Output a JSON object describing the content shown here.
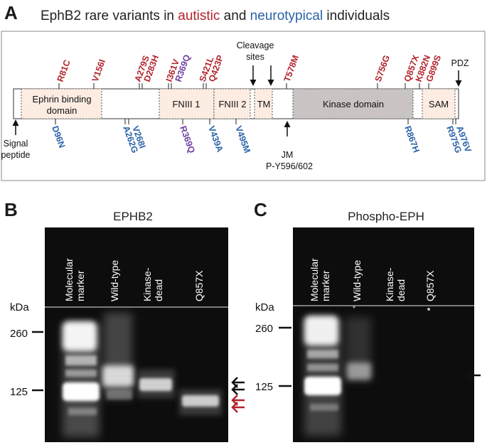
{
  "panel_a": {
    "letter": "A",
    "title_parts": [
      {
        "text": "EphB2 rare variants in ",
        "color": "#222222"
      },
      {
        "text": "autistic",
        "color": "#b3232c"
      },
      {
        "text": " and ",
        "color": "#222222"
      },
      {
        "text": "neurotypical",
        "color": "#2a62a8"
      },
      {
        "text": " individuals",
        "color": "#222222"
      }
    ],
    "domains": {
      "ephrin": "Ephrin binding domain",
      "ephrin_line1": "Ephrin binding",
      "ephrin_line2": "domain",
      "fn1": "FNIII 1",
      "fn2": "FNIII 2",
      "tm": "TM",
      "kinase": "Kinase domain",
      "sam": "SAM"
    },
    "annotations": {
      "signal_line1": "Signal",
      "signal_line2": "peptide",
      "cleavage_line1": "Cleavage",
      "cleavage_line2": "sites",
      "pdz": "PDZ",
      "jm": "JM",
      "py": "P-Y596/602"
    },
    "variants_above": [
      {
        "label": "R81C",
        "color": "#b3232c"
      },
      {
        "label": "V156I",
        "color": "#b3232c"
      },
      {
        "label": "A279S",
        "color": "#b3232c"
      },
      {
        "label": "D283H",
        "color": "#b3232c"
      },
      {
        "label": "I361V",
        "color": "#b3232c"
      },
      {
        "label": "R369Q",
        "color": "#6f3fa0"
      },
      {
        "label": "S421L",
        "color": "#b3232c"
      },
      {
        "label": "Q423P",
        "color": "#b3232c"
      },
      {
        "label": "T578M",
        "color": "#b3232c"
      },
      {
        "label": "S756G",
        "color": "#b3232c"
      },
      {
        "label": "Q857X",
        "color": "#b3232c"
      },
      {
        "label": "K882N",
        "color": "#b3232c"
      },
      {
        "label": "G899S",
        "color": "#b3232c"
      }
    ],
    "variants_below": [
      {
        "label": "D96N",
        "color": "#2a62a8"
      },
      {
        "label": "A262G",
        "color": "#2a62a8"
      },
      {
        "label": "V268I",
        "color": "#2a62a8"
      },
      {
        "label": "R369Q",
        "color": "#6f3fa0"
      },
      {
        "label": "V439A",
        "color": "#2a62a8"
      },
      {
        "label": "V495M",
        "color": "#2a62a8"
      },
      {
        "label": "R867H",
        "color": "#2a62a8"
      },
      {
        "label": "R975G",
        "color": "#2a62a8"
      },
      {
        "label": "A976V",
        "color": "#2a62a8"
      }
    ]
  },
  "panel_b": {
    "letter": "B",
    "title": "EPHB2",
    "lanes": [
      "Molecular marker",
      "Wild-type",
      "Kinase-dead",
      "Q857X"
    ],
    "lane_lines": [
      [
        "Molecular",
        "marker"
      ],
      [
        "Wild-type"
      ],
      [
        "Kinase-",
        "dead"
      ],
      [
        "Q857X"
      ]
    ],
    "kda_label": "kDa",
    "markers": [
      "260",
      "125"
    ]
  },
  "panel_c": {
    "letter": "C",
    "title": "Phospho-EPH",
    "lanes": [
      "Molecular marker",
      "Wild-type",
      "Kinase-dead",
      "Q857X"
    ],
    "lane_lines": [
      [
        "Molecular",
        "marker"
      ],
      [
        "Wild-type"
      ],
      [
        "Kinase-",
        "dead"
      ],
      [
        "Q857X"
      ]
    ],
    "kda_label": "kDa",
    "markers": [
      "260",
      "125"
    ]
  },
  "colors": {
    "autistic": "#b3232c",
    "neurotypical": "#2a62a8",
    "both": "#6f3fa0",
    "domain_fill": "#fdece2",
    "kinase_fill": "#c9c3c3",
    "blot_background": "#0d0d0d",
    "arrow_red": "#b3232c"
  }
}
